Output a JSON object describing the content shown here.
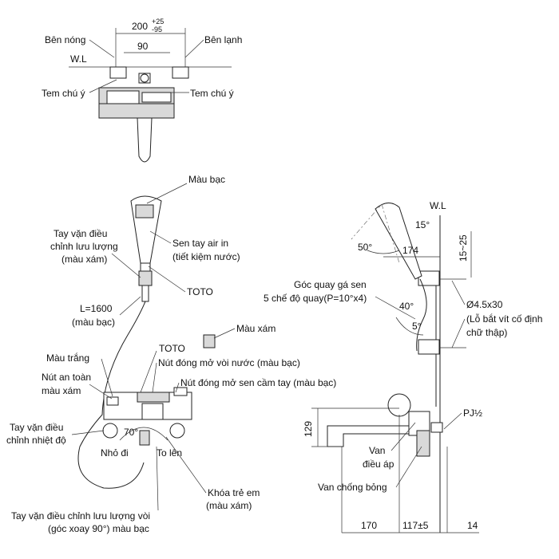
{
  "top_view": {
    "dim_total": "200",
    "dim_tol_plus": "+25",
    "dim_tol_minus": "-95",
    "dim_center": "90",
    "hot_side": "Bên nóng",
    "cold_side": "Bên lạnh",
    "water_level": "W.L",
    "caution_left": "Tem chú ý",
    "caution_right": "Tem chú ý"
  },
  "front_view": {
    "silver_color": "Màu bạc",
    "flow_handle": [
      "Tay vặn điều",
      "chỉnh lưu lượng",
      "(màu xám)"
    ],
    "hand_shower": [
      "Sen tay air in",
      "(tiết kiệm nước)"
    ],
    "brand": "TOTO",
    "hose": [
      "L=1600",
      "(màu bạc)"
    ],
    "grey_color": "Màu xám",
    "brand2": "TOTO",
    "white_color": "Màu trắng",
    "faucet_button": "Nút đóng mở vòi nước (màu bạc)",
    "safety_button": [
      "Nút an toàn",
      "màu xám"
    ],
    "shower_button": "Nút đóng mở sen cầm tay (màu bạc)",
    "temp_handle": [
      "Tay vặn điều",
      "chỉnh nhiệt độ"
    ],
    "angle": "70°",
    "smaller": "Nhỏ đi",
    "larger": "To lên",
    "child_lock": [
      "Khóa trẻ em",
      "(màu xám)"
    ],
    "faucet_flow_handle": [
      "Tay vặn điều chỉnh lưu lượng vòi",
      "(góc xoay 90°) màu bạc"
    ]
  },
  "side_view": {
    "water_level": "W.L",
    "angle_15": "15°",
    "angle_50": "50°",
    "dim_174": "174",
    "dim_15_25": "15~25",
    "holder_rotation": [
      "Góc quay gá sen",
      "5 chế độ quay(P=10°x4)"
    ],
    "angle_40": "40°",
    "angle_5": "5°",
    "screw_hole": [
      "Ø4.5x30",
      "(Lỗ bắt vít cố định",
      "chữ thập)"
    ],
    "dim_129": "129",
    "pj": "PJ½",
    "pressure_valve": [
      "Van",
      "điều áp"
    ],
    "check_valve": "Van chống bỏng",
    "dim_170": "170",
    "dim_117": "117±5",
    "dim_14": "14"
  }
}
